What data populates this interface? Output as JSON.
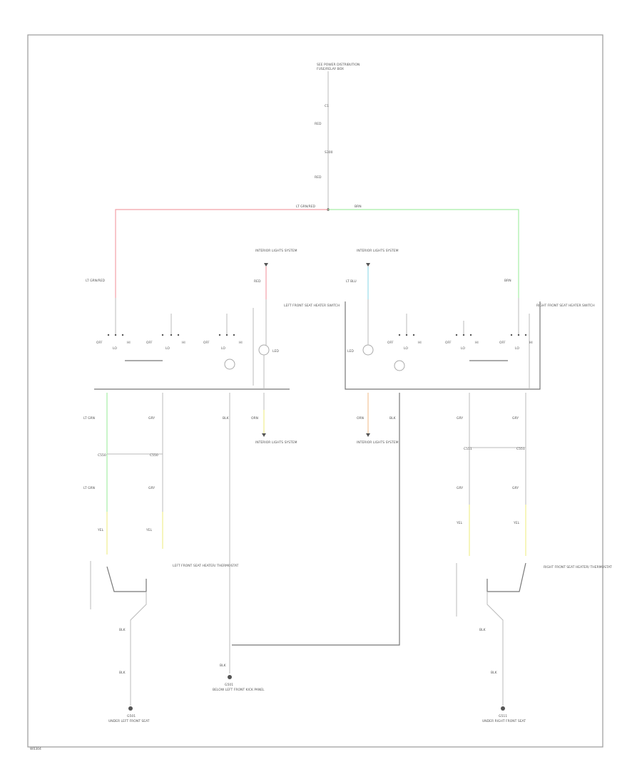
{
  "diagram": {
    "footer_code": "W0304",
    "labels": {
      "top_source": "SEE POWER DISTRIBUTION",
      "top_source_sub": "FUSE/RELAY BOX",
      "top_connector_a": "C1",
      "top_wire_a": "RED",
      "top_splice": "S300",
      "top_wire_b": "RED",
      "bus_left": "LT GRN/RED",
      "bus_right": "BRN",
      "left_feed_wire": "LT GRN/RED",
      "left_illum_source": "INTERIOR LIGHTS SYSTEM",
      "left_illum_wire": "RED",
      "left_switch_title": "LEFT FRONT SEAT HEATER SWITCH",
      "left_lamp": "LED",
      "right_illum_source": "INTERIOR LIGHTS SYSTEM",
      "right_illum_wire": "LT BLU",
      "right_feed_wire": "BRN",
      "right_switch_title": "RIGHT FRONT SEAT HEATER SWITCH",
      "right_lamp": "LED",
      "sw_off": "OFF",
      "sw_lo": "LO",
      "sw_hi": "HI",
      "left_out1_wire": "LT GRN",
      "left_out2_wire": "GRY",
      "left_gnd_wire": "BLK",
      "left_illum_out_wire": "ORN",
      "left_illum_out_dest": "INTERIOR LIGHTS SYSTEM",
      "right_illum_out_wire": "ORN",
      "right_illum_out_dest": "INTERIOR LIGHTS SYSTEM",
      "right_gnd_wire": "BLK",
      "right_out1_wire": "GRY",
      "right_out2_wire": "GRY",
      "left_conn_a": "C550",
      "left_conn_b": "C550",
      "left_wire_c": "LT GRN",
      "left_wire_d": "GRY",
      "left_wire_e": "YEL",
      "left_wire_f": "YEL",
      "left_heater_title": "LEFT FRONT SEAT HEATER/ THERMOSTAT",
      "right_conn_a": "C551",
      "right_conn_b": "C551",
      "right_wire_c": "GRY",
      "right_wire_d": "GRY",
      "right_wire_e": "YEL",
      "right_wire_f": "YEL",
      "right_heater_title": "RIGHT FRONT SEAT HEATER/ THERMOSTAT",
      "left_bottom_wire": "BLK",
      "left_bottom_wire2": "BLK",
      "left_ground": "G501",
      "left_ground_desc": "UNDER LEFT FRONT SEAT",
      "center_ground_wire": "BLK",
      "center_ground": "G501",
      "center_ground_desc": "BELOW LEFT FRONT KICK PANEL",
      "right_bottom_wire": "BLK",
      "right_bottom_wire2": "BLK",
      "right_ground": "G511",
      "right_ground_desc": "UNDER RIGHT FRONT SEAT"
    }
  },
  "colors": {
    "wire_red": "#f2a0a8",
    "wire_green": "#a6eea6",
    "wire_cyan": "#9adce8",
    "wire_yellow": "#f0ee90",
    "wire_orange": "#f2c49a",
    "wire_gray": "#cccccc",
    "wire_dark": "#777777",
    "frame": "#999999"
  }
}
